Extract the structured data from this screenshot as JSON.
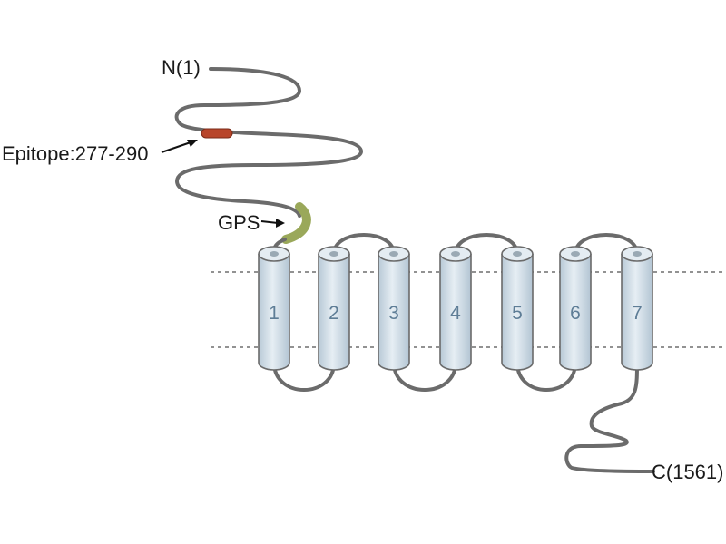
{
  "labels": {
    "n_terminus": "N(1)",
    "c_terminus": "C(1561)",
    "epitope": "Epitope:277-290",
    "gps": "GPS"
  },
  "helices": [
    "1",
    "2",
    "3",
    "4",
    "5",
    "6",
    "7"
  ],
  "colors": {
    "helix_fill": "#cfdbe4",
    "helix_stroke": "#6a6a6a",
    "chain": "#6b6b6b",
    "epitope": "#b8452a",
    "gps": "#9aa85a"
  }
}
